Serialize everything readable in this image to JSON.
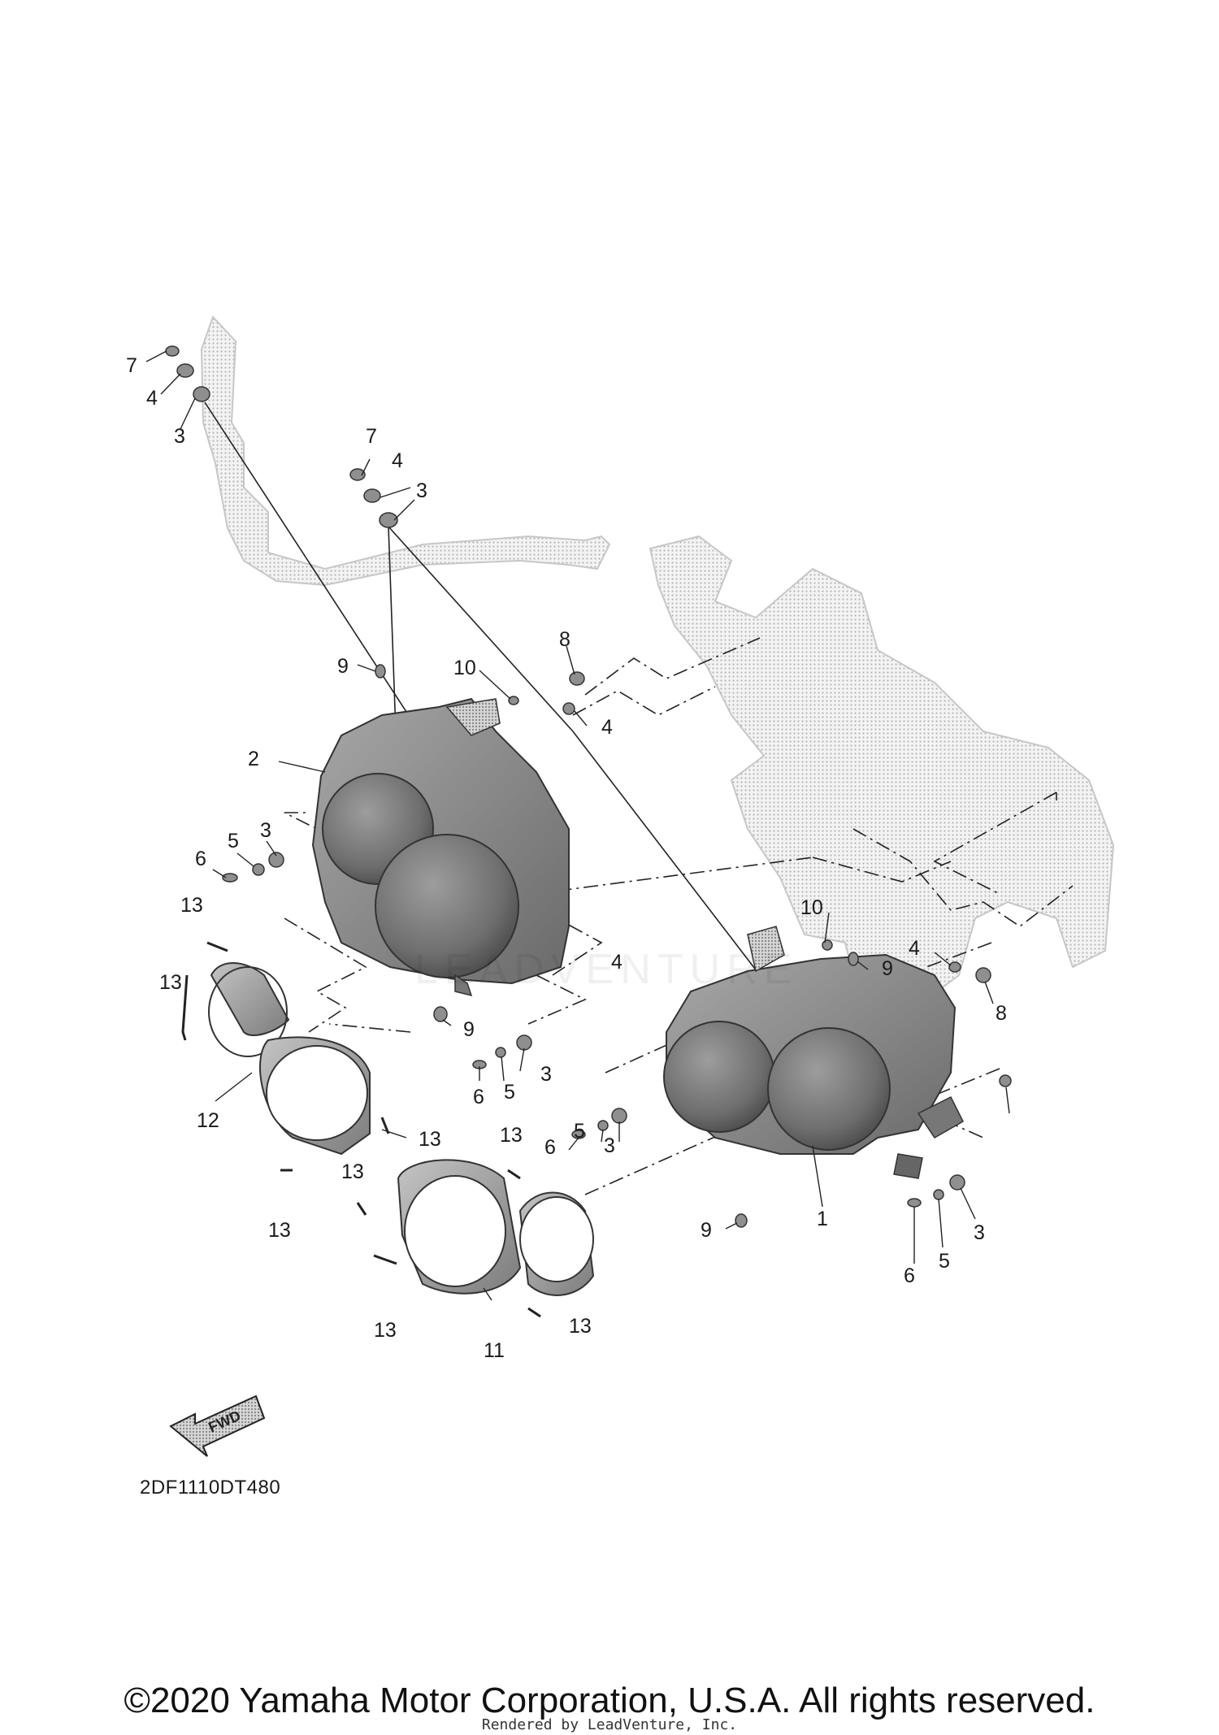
{
  "diagram": {
    "part_code": "2DF1110DT480",
    "fwd_label": "FWD",
    "watermark": "LEADVENTURE",
    "footer": {
      "copyright": "©2020 Yamaha Motor Corporation, U.S.A. All rights reserved.",
      "rendered_by": "Rendered by LeadVenture, Inc."
    },
    "callouts": [
      {
        "id": "c7a",
        "label": "7"
      },
      {
        "id": "c4a",
        "label": "4"
      },
      {
        "id": "c3a",
        "label": "3"
      },
      {
        "id": "c7b",
        "label": "7"
      },
      {
        "id": "c4b",
        "label": "4"
      },
      {
        "id": "c3b",
        "label": "3"
      },
      {
        "id": "c9a",
        "label": "9"
      },
      {
        "id": "c10a",
        "label": "10"
      },
      {
        "id": "c8a",
        "label": "8"
      },
      {
        "id": "c4c",
        "label": "4"
      },
      {
        "id": "c2",
        "label": "2"
      },
      {
        "id": "c3c",
        "label": "3"
      },
      {
        "id": "c5a",
        "label": "5"
      },
      {
        "id": "c6a",
        "label": "6"
      },
      {
        "id": "c13a",
        "label": "13"
      },
      {
        "id": "c13b",
        "label": "13"
      },
      {
        "id": "c10b",
        "label": "10"
      },
      {
        "id": "c9b",
        "label": "9"
      },
      {
        "id": "c4d",
        "label": "4"
      },
      {
        "id": "c8b",
        "label": "8"
      },
      {
        "id": "c4e",
        "label": "4"
      },
      {
        "id": "c9c",
        "label": "9"
      },
      {
        "id": "c3d",
        "label": "3"
      },
      {
        "id": "c6b",
        "label": "6"
      },
      {
        "id": "c5b",
        "label": "5"
      },
      {
        "id": "c12",
        "label": "12"
      },
      {
        "id": "c13c",
        "label": "13"
      },
      {
        "id": "c13d",
        "label": "13"
      },
      {
        "id": "c13e",
        "label": "13"
      },
      {
        "id": "c13f",
        "label": "13"
      },
      {
        "id": "c3e",
        "label": "3"
      },
      {
        "id": "c5c",
        "label": "5"
      },
      {
        "id": "c6c",
        "label": "6"
      },
      {
        "id": "c1",
        "label": "1"
      },
      {
        "id": "c9d",
        "label": "9"
      },
      {
        "id": "c3f",
        "label": "3"
      },
      {
        "id": "c5d",
        "label": "5"
      },
      {
        "id": "c6d",
        "label": "6"
      },
      {
        "id": "c13g",
        "label": "13"
      },
      {
        "id": "c13h",
        "label": "13"
      },
      {
        "id": "c11",
        "label": "11"
      }
    ]
  }
}
